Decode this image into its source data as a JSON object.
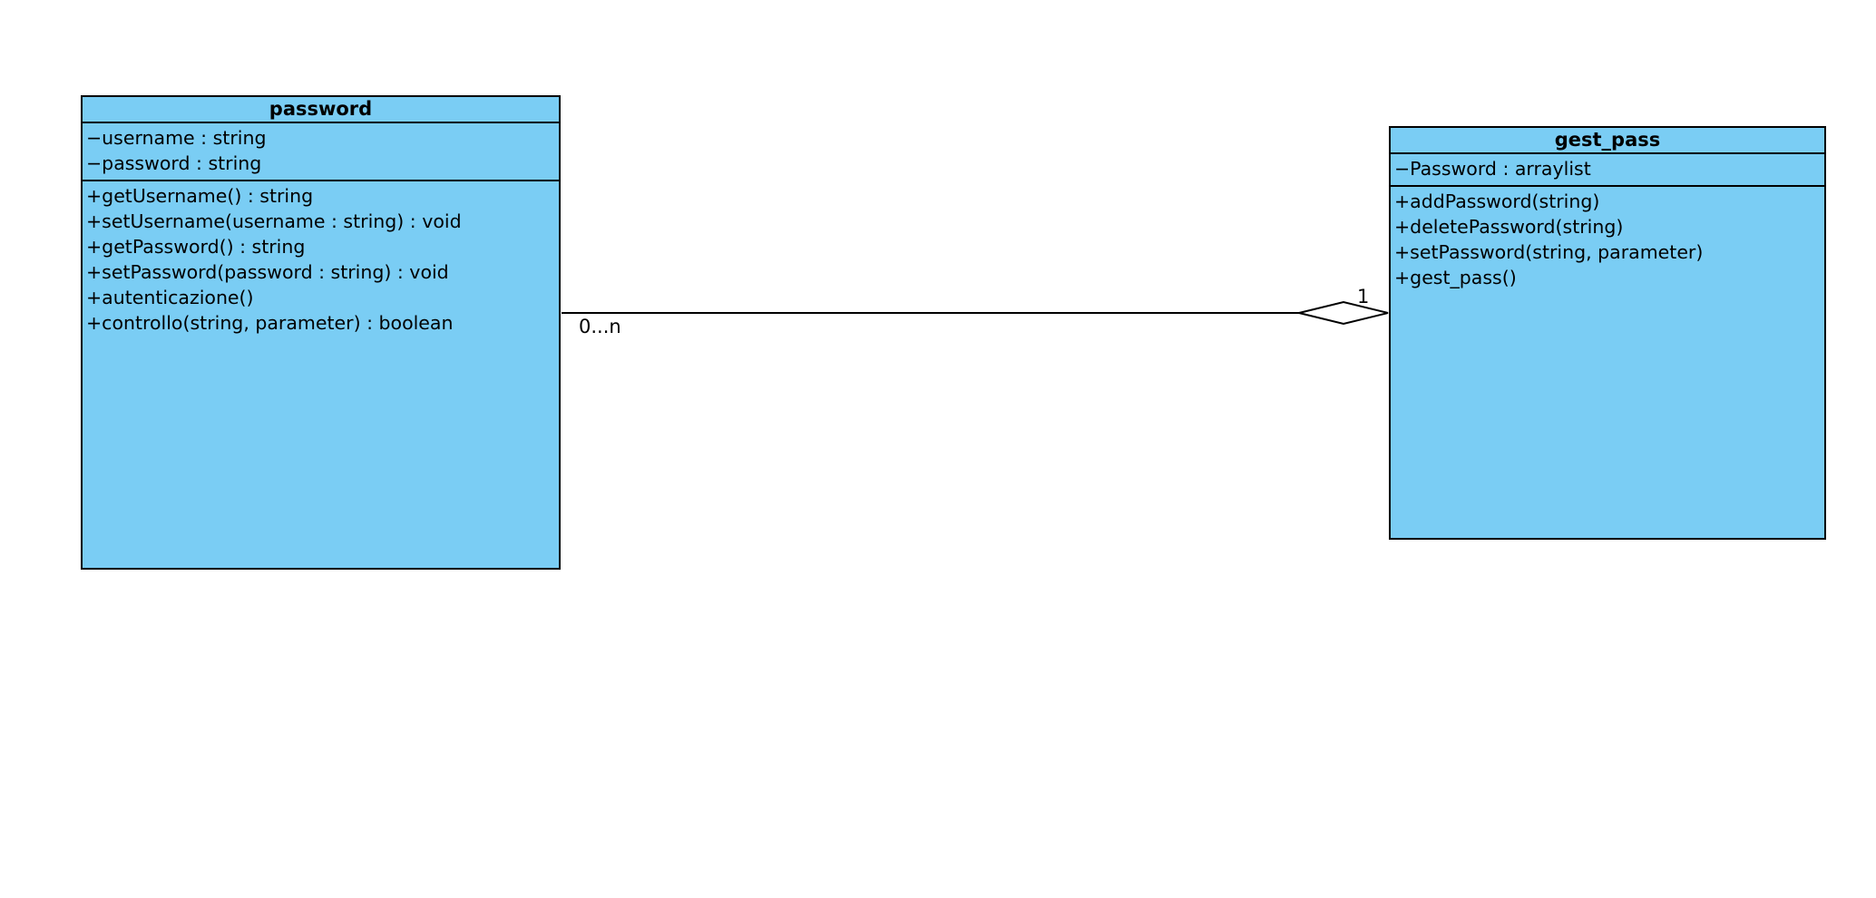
{
  "classes": {
    "password": {
      "name": "password",
      "attributes": [
        "−username : string",
        "−password : string"
      ],
      "operations": [
        "+getUsername() : string",
        "+setUsername(username : string) : void",
        "+getPassword() : string",
        "+setPassword(password : string) : void",
        "+autenticazione()",
        "+controllo(string, parameter) : boolean"
      ]
    },
    "gest_pass": {
      "name": "gest_pass",
      "attributes": [
        "−Password : arraylist"
      ],
      "operations": [
        "+addPassword(string)",
        "+deletePassword(string)",
        "+setPassword(string, parameter)",
        "+gest_pass()"
      ]
    }
  },
  "association": {
    "type": "aggregation",
    "source_multiplicity": "0...n",
    "target_multiplicity": "1"
  },
  "colors": {
    "class_fill": "#7acdf4",
    "line": "#000000"
  }
}
